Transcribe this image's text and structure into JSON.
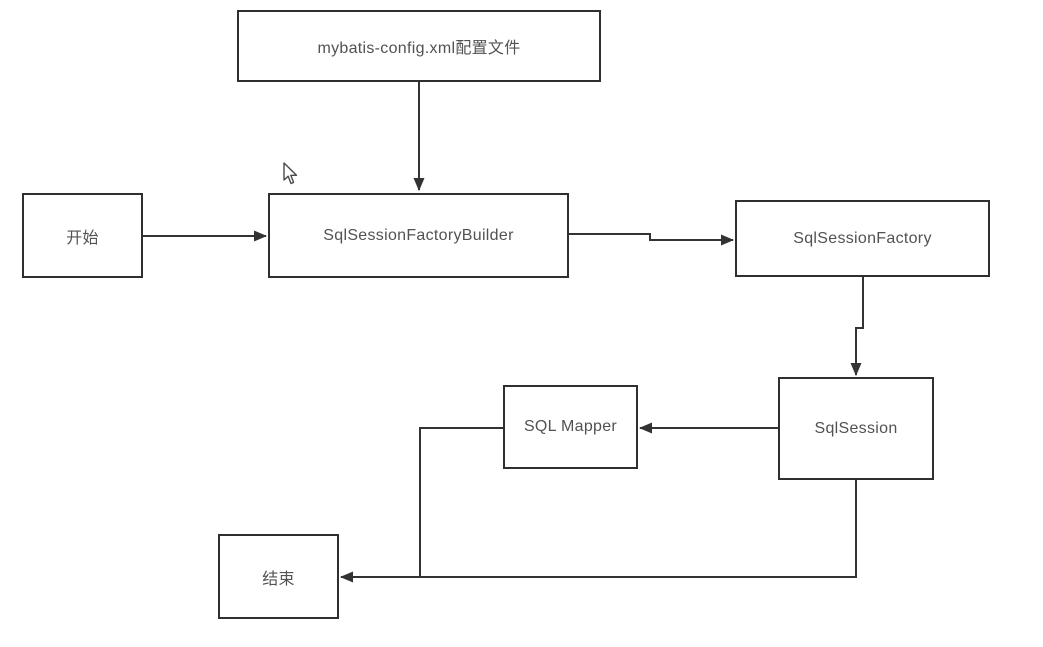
{
  "diagram": {
    "background_color": "#ffffff",
    "line_color": "#333333",
    "border_color": "#2f2f2f",
    "text_color": "#525252",
    "nodes": {
      "config": {
        "label": "mybatis-config.xml配置文件"
      },
      "start": {
        "label": "开始"
      },
      "builder": {
        "label": "SqlSessionFactoryBuilder"
      },
      "factory": {
        "label": "SqlSessionFactory"
      },
      "session": {
        "label": "SqlSession"
      },
      "mapper": {
        "label": "SQL Mapper"
      },
      "end": {
        "label": "结束"
      }
    },
    "edges": [
      {
        "from": "config",
        "to": "builder",
        "arrow": true,
        "style": "straight-down"
      },
      {
        "from": "start",
        "to": "builder",
        "arrow": true,
        "style": "straight-right"
      },
      {
        "from": "builder",
        "to": "factory",
        "arrow": true,
        "style": "right-with-small-step-down"
      },
      {
        "from": "factory",
        "to": "session",
        "arrow": true,
        "style": "down-with-small-step-left"
      },
      {
        "from": "session",
        "to": "mapper",
        "arrow": true,
        "style": "straight-left"
      },
      {
        "from": "mapper",
        "to": "end",
        "arrow": false,
        "style": "left-then-down-joins-session-end-line"
      },
      {
        "from": "session",
        "to": "end",
        "arrow": true,
        "style": "down-then-left"
      }
    ],
    "cursor": {
      "type": "arrow-pointer"
    }
  }
}
